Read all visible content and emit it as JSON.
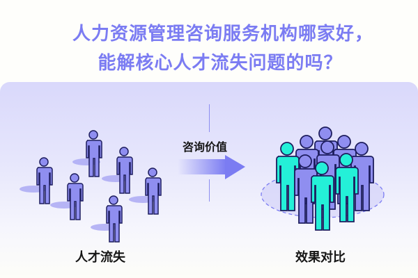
{
  "title": {
    "line1": "人力资源管理咨询服务机构哪家好，",
    "line2": "能解核心人才流失问题的吗？"
  },
  "left_panel": {
    "label": "人才流失",
    "icon": "scattered-people-icon"
  },
  "middle": {
    "label": "咨询价值",
    "icon": "arrow-right-icon"
  },
  "right_panel": {
    "label": "效果对比",
    "icon": "team-group-icon"
  },
  "colors": {
    "title": "#7b7cf2",
    "person": "#8f8ef0",
    "person_outline": "#1d1d5e",
    "highlight": "#24f0d8",
    "background": "#fefefb"
  }
}
